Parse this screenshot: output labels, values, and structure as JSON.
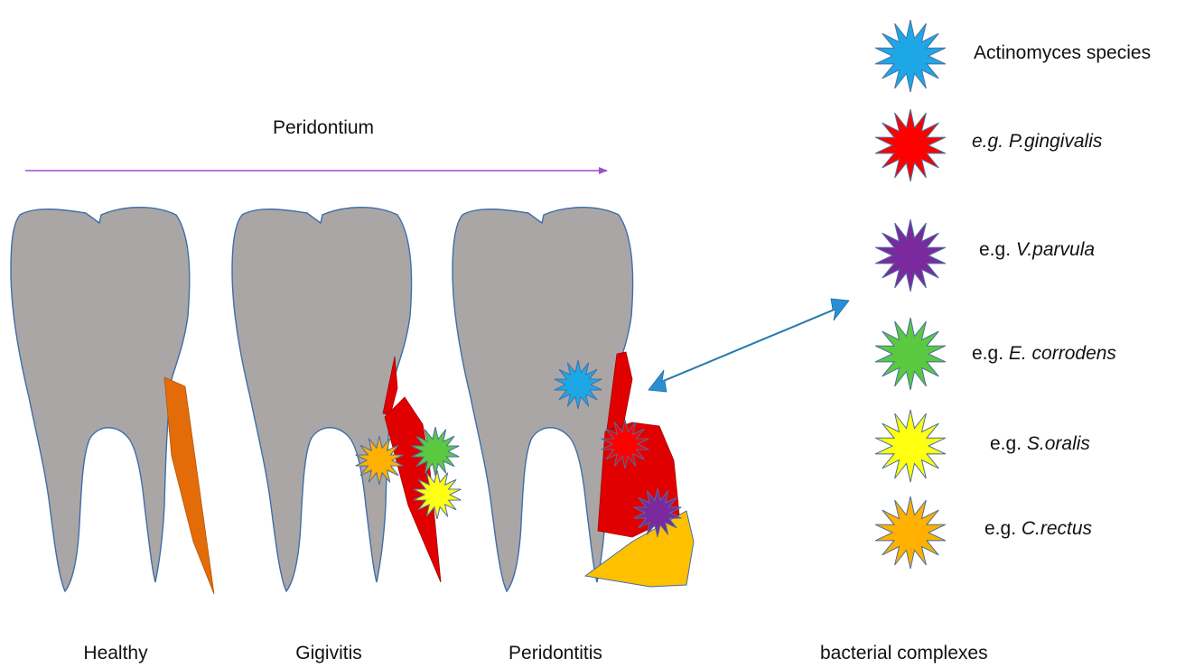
{
  "header": {
    "title": "Peridontium"
  },
  "stages": [
    {
      "label": "Healthy"
    },
    {
      "label": "Gigivitis"
    },
    {
      "label": "Peridontitis"
    }
  ],
  "legend": {
    "title": "bacterial complexes",
    "items": [
      {
        "prefix": "",
        "name": "Actinomyces species",
        "italic": false,
        "color": "#1ea7e6"
      },
      {
        "prefix": "",
        "name": "e.g. P.gingivalis",
        "italic": true,
        "color": "#ff0000"
      },
      {
        "prefix": "e.g. ",
        "name": "V.parvula",
        "italic": true,
        "color": "#7b2a9e"
      },
      {
        "prefix": "e.g. ",
        "name": "E. corrodens",
        "italic": true,
        "color": "#5bc940"
      },
      {
        "prefix": "e.g. ",
        "name": "S.oralis",
        "italic": true,
        "color": "#ffff10"
      },
      {
        "prefix": "e.g. ",
        "name": "C.rectus",
        "italic": true,
        "color": "#ffb000"
      }
    ]
  },
  "colors": {
    "tooth": "#aba6a6",
    "tooth_outline": "#3d6fa8",
    "gum_healthy": "#e36c09",
    "gum_inflamed": "#e10000",
    "calculus": "#ffc000",
    "progress_arrow": "#9b4fc9",
    "link_arrow": "#2a8fd0"
  }
}
